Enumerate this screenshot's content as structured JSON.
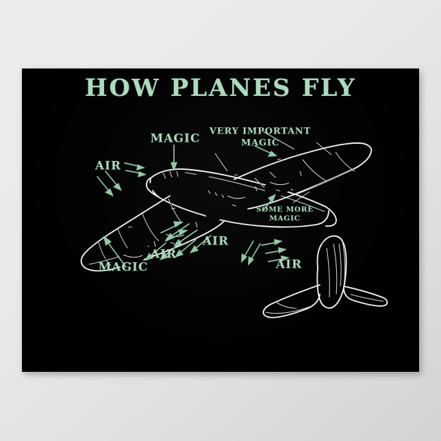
{
  "page": {
    "background_color": "#e8e8e8",
    "poster_background": "#000000",
    "accent_color": "#a9dcbb",
    "line_color": "#f2f2f2"
  },
  "poster": {
    "title": "HOW PLANES FLY",
    "artwork_name": "four-engine-airplane-line-diagram",
    "labels": [
      {
        "id": "magic-top",
        "text": "MAGIC",
        "size": "large"
      },
      {
        "id": "very-important-line1",
        "text": "VERY IMPORTANT",
        "size": "medium"
      },
      {
        "id": "very-important-line2",
        "text": "MAGIC",
        "size": "medium"
      },
      {
        "id": "air-upper-left",
        "text": "AIR",
        "size": "large"
      },
      {
        "id": "some-more-line1",
        "text": "SOME MORE",
        "size": "small"
      },
      {
        "id": "some-more-line2",
        "text": "MAGIC",
        "size": "small"
      },
      {
        "id": "air-center",
        "text": "AIR",
        "size": "large"
      },
      {
        "id": "air-lower-left",
        "text": "AIR",
        "size": "large"
      },
      {
        "id": "magic-bottom-left",
        "text": "MAGIC",
        "size": "large"
      },
      {
        "id": "air-bottom-right",
        "text": "AIR",
        "size": "large"
      }
    ]
  }
}
